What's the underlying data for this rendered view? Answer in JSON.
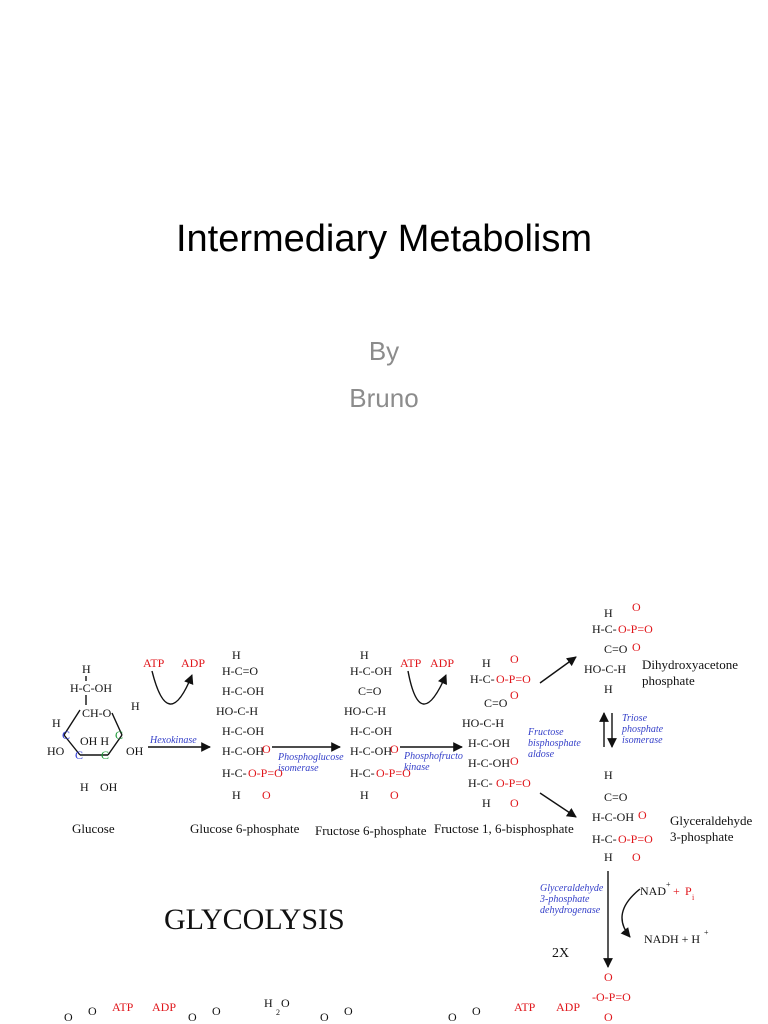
{
  "slide": {
    "title": "Intermediary Metabolism",
    "subtitle_line1": "By",
    "subtitle_line2": "Bruno"
  },
  "diagram": {
    "heading": "GLYCOLYSIS",
    "molecules": {
      "glucose": "Glucose",
      "g6p": "Glucose 6-phosphate",
      "f6p": "Fructose 6-phosphate",
      "f16bp": "Fructose 1, 6-bisphosphate",
      "dhap_1": "Dihydroxyacetone",
      "dhap_2": "phosphate",
      "gap_1": "Glyceraldehyde",
      "gap_2": "3-phosphate"
    },
    "enzymes": {
      "hexokinase": "Hexokinase",
      "phosphoglucose_1": "Phosphoglucose",
      "phosphoglucose_2": "isomerase",
      "pfk_1": "Phosphofructo",
      "pfk_2": "kinase",
      "aldolase_1": "Fructose",
      "aldolase_2": "bisphosphate",
      "aldolase_3": "aldose",
      "tpi_1": "Triose",
      "tpi_2": "phosphate",
      "tpi_3": "isomerase",
      "gapdh_1": "Glyceraldehyde",
      "gapdh_2": "3-phosphate",
      "gapdh_3": "dehydrogenase"
    },
    "cofactors": {
      "atp": "ATP",
      "adp": "ADP",
      "nad": "NAD",
      "plus": "+",
      "pi": "P",
      "nadh": "NADH + H",
      "multiplier": "2X",
      "water": "H",
      "water_2": "O"
    },
    "colors": {
      "cofactor_red": "#e0161b",
      "carbon_green": "#1e9a3a",
      "carbon_blue": "#2d3ad6",
      "enzyme_blue": "#3540c9",
      "subtitle_gray": "#8c8c8c"
    }
  }
}
